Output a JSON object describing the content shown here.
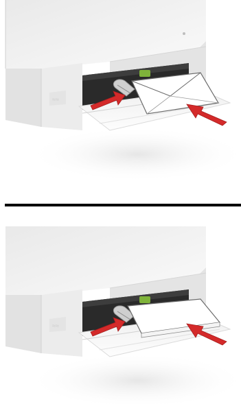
{
  "figure": {
    "panels": [
      {
        "id": "top",
        "media": "envelope",
        "caption": ""
      },
      {
        "id": "bottom",
        "media": "paper",
        "caption": ""
      }
    ],
    "colors": {
      "arrow": "#d42a2a",
      "arrow_shadow": "#a61d1d",
      "divider": "#000000",
      "printer_body": "#f1f1f1",
      "printer_shadow": "#d6d6d6",
      "slot_dark": "#2a2a2a",
      "guide_green": "#7fb33a",
      "paper": "#ffffff"
    },
    "icons": [
      "red-arrow-icon",
      "paper-guide-icon",
      "envelope-icon"
    ]
  }
}
